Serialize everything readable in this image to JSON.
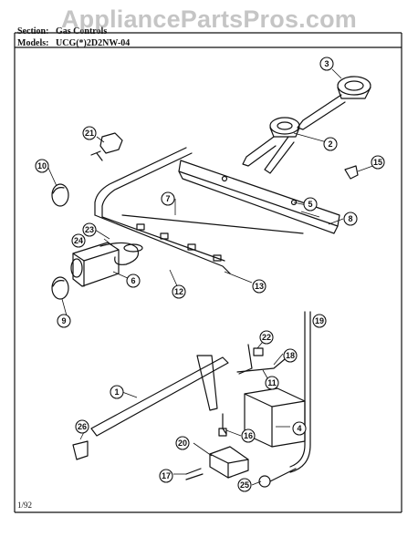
{
  "watermark": "AppliancePartsPros.com",
  "header": {
    "section_label": "Section:",
    "section_value": "Gas Controls",
    "models_label": "Models:",
    "models_value": "UCG(*)2D2NW-04"
  },
  "footer": {
    "date": "1/92"
  },
  "callouts": [
    "1",
    "2",
    "3",
    "4",
    "5",
    "6",
    "7",
    "8",
    "9",
    "10",
    "11",
    "12",
    "13",
    "15",
    "16",
    "17",
    "18",
    "19",
    "20",
    "21",
    "22",
    "23",
    "24",
    "25",
    "26"
  ],
  "colors": {
    "line": "#111111",
    "paper": "#ffffff"
  }
}
